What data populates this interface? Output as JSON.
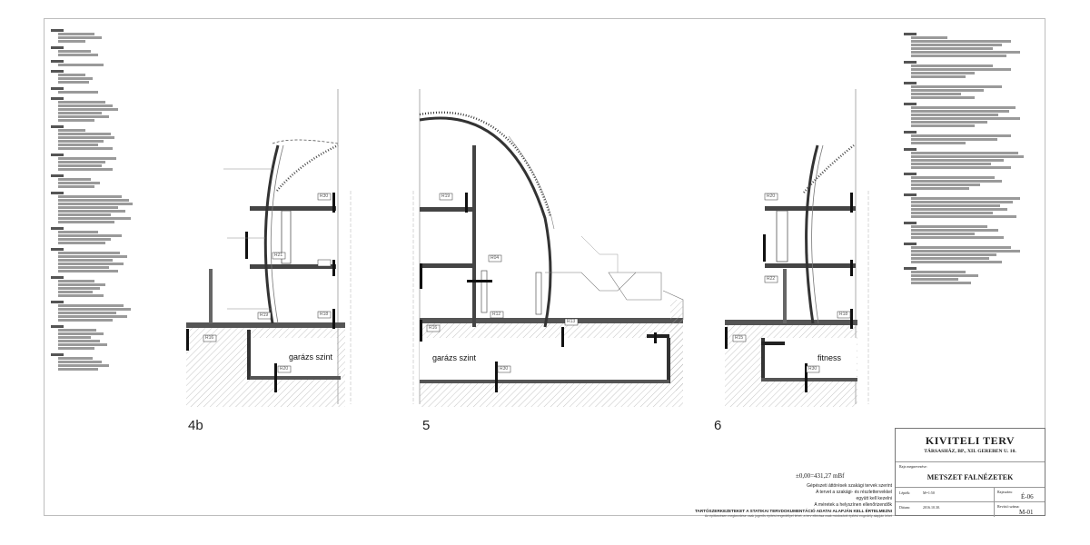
{
  "drawing": {
    "sections": [
      {
        "id": "4b",
        "level_label": "garázs szint"
      },
      {
        "id": "5",
        "level_label": "garázs szint"
      },
      {
        "id": "6",
        "level_label": "fitness"
      }
    ],
    "tags": {
      "s4b": [
        "R30",
        "R21",
        "R19",
        "R18",
        "R16",
        "R20"
      ],
      "s5": [
        "R19",
        "R04",
        "R12",
        "R13",
        "R16",
        "R30"
      ],
      "s6": [
        "R20",
        "R22",
        "R18",
        "R15",
        "R30"
      ]
    }
  },
  "notes": {
    "elevation": "±0,00=431,27 mBf",
    "lines": [
      "Gépészeti áttörések szakági tervek szerint",
      "A tervet a szakági- és részlettervekkel",
      "együtt kell kezelni",
      "A méretek a helyszínen ellenőrizendők",
      "TARTÓSZERKEZETEKET A STATIKAI TERVDOKUMENTÁCIÓ ADATAI ALAPJÁN KELL ÉRTELMEZNI",
      "Az építkezésen megkezdése csak jogerős építési engedéllyel lehet, a terv elbírása csak módosított építési engedély alapján lehet"
    ]
  },
  "title_block": {
    "title": "KIVITELI TERV",
    "project": "TÁRSASHÁZ, BP., XII. GEREBEN U. 10.",
    "drawing_label": "Rajz megnevezése:",
    "drawing_name": "METSZET FALNÉZETEK",
    "scale_label": "Lépték:",
    "scale_value": "M=1:50",
    "sheet_label": "Rajzszám:",
    "sheet_value": "É-06",
    "date_label": "Dátum:",
    "date_value": "2016.10.30.",
    "revision_label": "Revízió száma:",
    "revision_value": "M-01"
  }
}
